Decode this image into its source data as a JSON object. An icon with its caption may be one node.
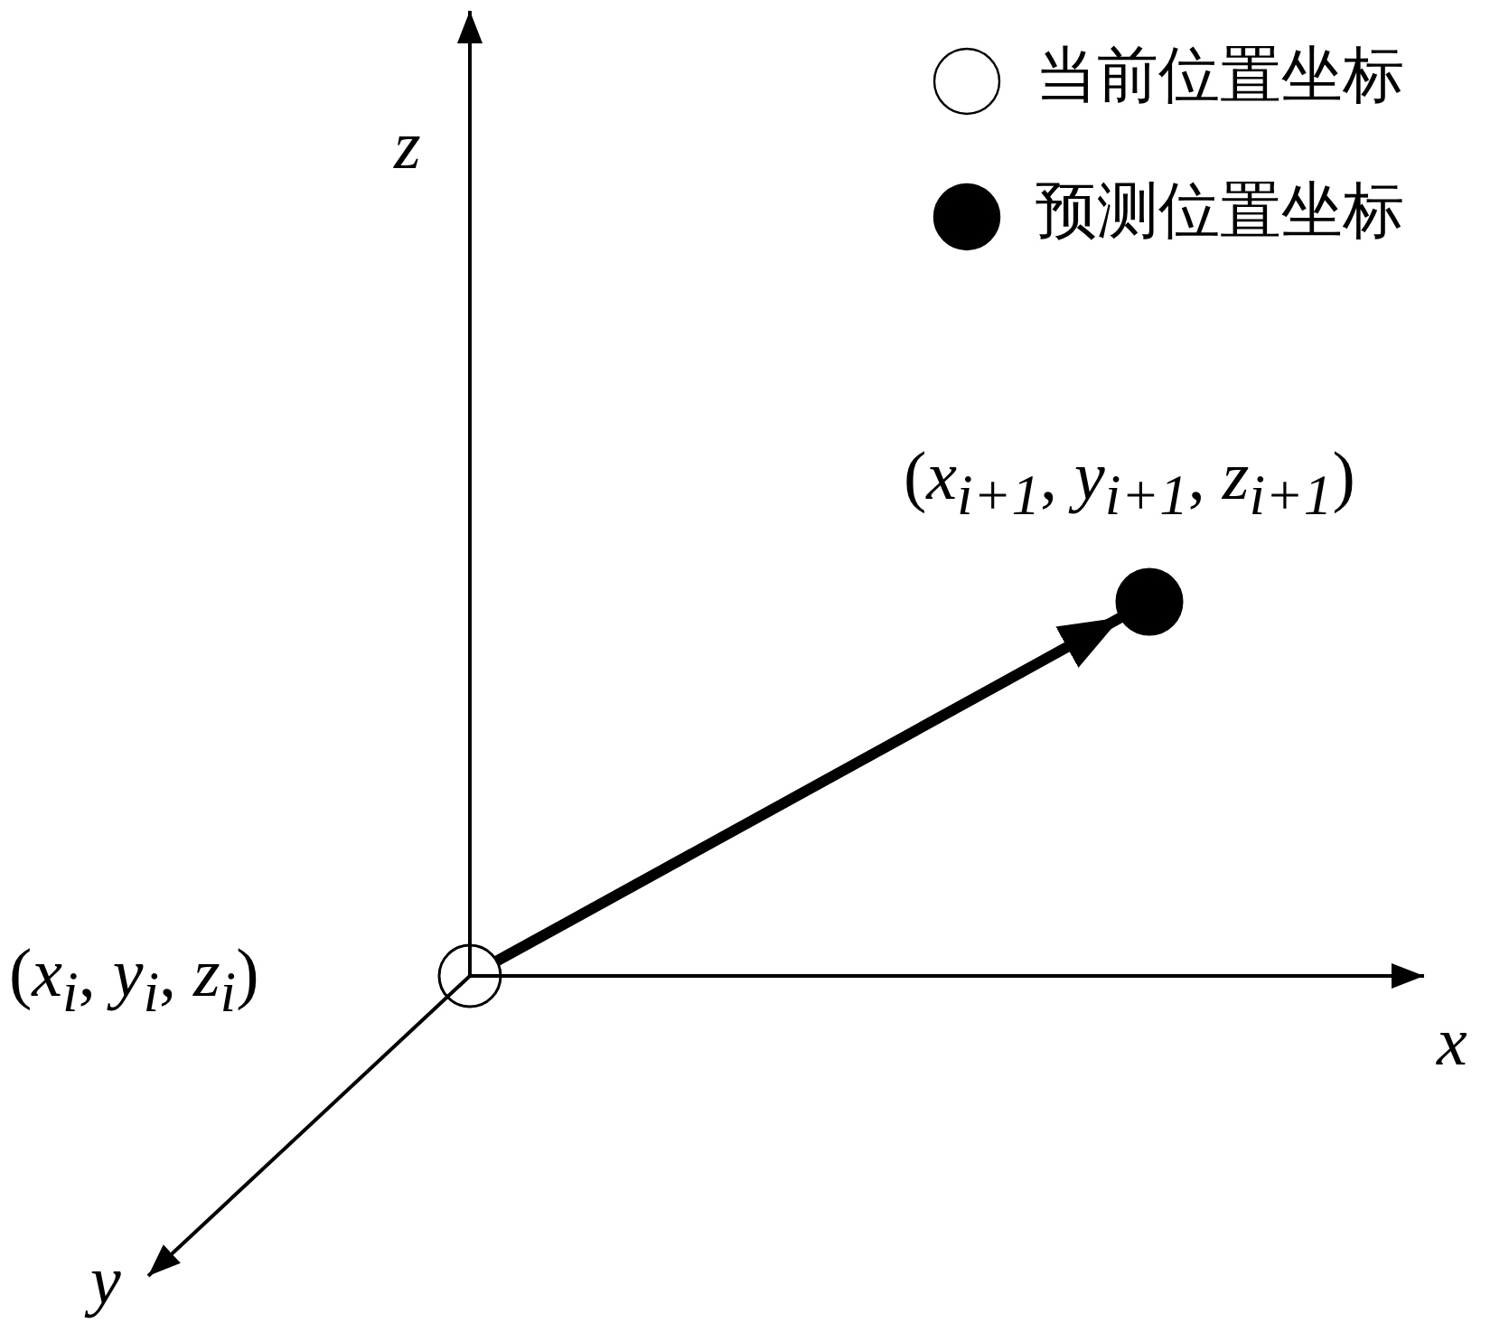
{
  "diagram": {
    "nodes": [
      {
        "text": [
          "(*x*$_{i}$, *y*$_{i}$, *z*$_{i}$)"
        ]
      },
      {
        "text": [
          "(*x*$_{i+1}$, *y*$_{i+1}$, *z*$_{i+1}$)"
        ]
      }
    ],
    "edges": [
      {
        "from": 0,
        "to": 1,
        "arrow": "to"
      }
    ],
    "labels": [
      "z",
      "x",
      "y"
    ],
    "legend": [
      {
        "text": "当前位置坐标"
      },
      {
        "text": "预测位置坐标"
      }
    ]
  }
}
